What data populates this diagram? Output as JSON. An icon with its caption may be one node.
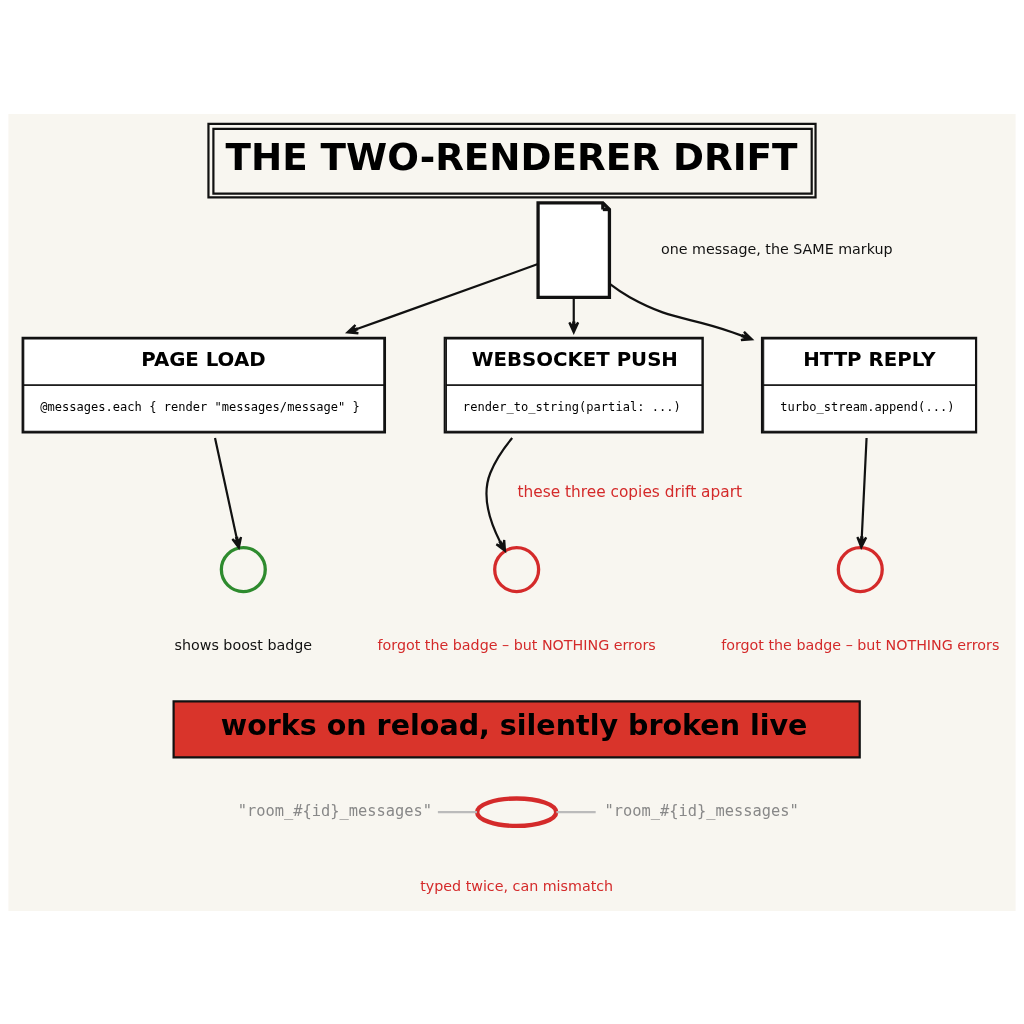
{
  "diagram": {
    "title": "THE TWO-RENDERER DRIFT",
    "nodes": [
      {
        "text": [],
        "shape": "document",
        "beside": [
          "one message, the SAME markup"
        ]
      },
      {
        "text": [
          "PAGE LOAD",
          "@messages.each { render \"messages/message\" }"
        ]
      },
      {
        "text": [
          "WEBSOCKET PUSH",
          "render_to_string(partial: ...)"
        ]
      },
      {
        "text": [
          "HTTP REPLY",
          "turbo_stream.append(...)"
        ]
      },
      {
        "text": [],
        "shape": "circle",
        "beside": [
          "shows boost badge"
        ]
      },
      {
        "text": [],
        "shape": "circle",
        "beside": [
          "forgot the badge – but NOTHING errors"
        ]
      },
      {
        "text": [],
        "shape": "circle",
        "beside": [
          "forgot the badge – but NOTHING errors"
        ]
      },
      {
        "text": [
          "works on reload, silently broken live"
        ]
      },
      {
        "text": [
          "\"room_#{id}_messages\""
        ]
      },
      {
        "text": [],
        "shape": "chain",
        "beside": [
          "typed twice, can mismatch"
        ]
      },
      {
        "text": [
          "\"room_#{id}_messages\""
        ]
      }
    ],
    "edges": [
      {
        "from": 0,
        "to": 1,
        "arrow": "to"
      },
      {
        "from": 0,
        "to": 2,
        "arrow": "to"
      },
      {
        "from": 0,
        "to": 3,
        "arrow": "to"
      },
      {
        "from": 1,
        "to": 4,
        "arrow": "to"
      },
      {
        "from": 2,
        "to": 5,
        "arrow": "to"
      },
      {
        "from": 3,
        "to": 6,
        "arrow": "to"
      },
      {
        "from": 8,
        "to": 9,
        "arrow": "none",
        "color": "#bbbbbb"
      },
      {
        "from": 9,
        "to": 10,
        "arrow": "none",
        "color": "#bbbbbb"
      }
    ],
    "labels": [
      "these three copies drift apart"
    ]
  }
}
